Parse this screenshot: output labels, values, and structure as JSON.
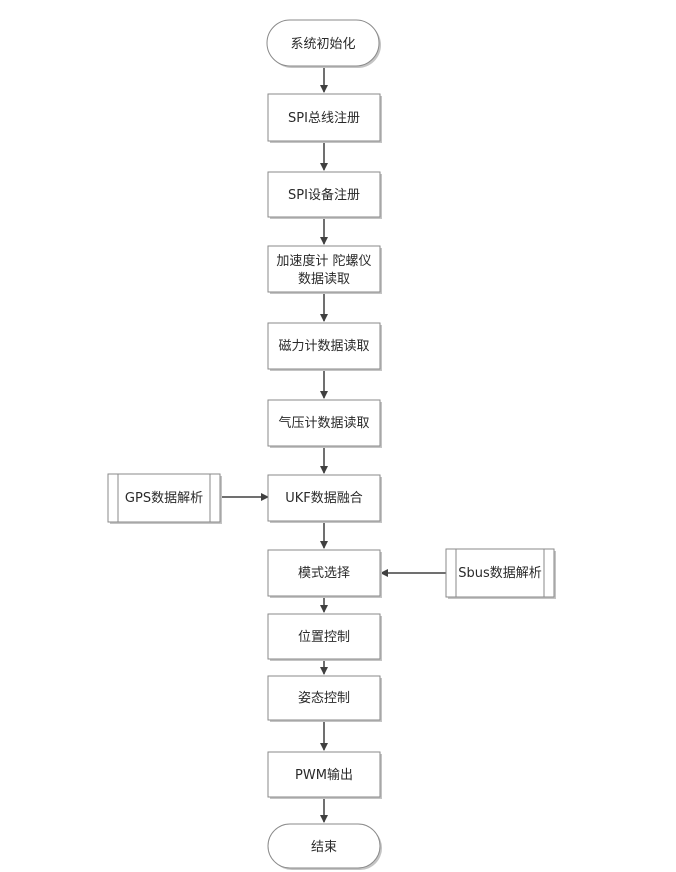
{
  "flowchart": {
    "start": "系统初始化",
    "steps": [
      "SPI总线注册",
      "SPI设备注册",
      [
        "加速度计 陀螺仪",
        "数据读取"
      ],
      "磁力计数据读取",
      "气压计数据读取",
      "UKF数据融合",
      "模式选择",
      "位置控制",
      "姿态控制",
      "PWM输出"
    ],
    "end": "结束",
    "side_inputs": {
      "gps": "GPS数据解析",
      "sbus": "Sbus数据解析"
    }
  },
  "colors": {
    "box_fill": "#ffffff",
    "box_stroke": "#8a8a8a",
    "shadow": "#c4c4c4",
    "arrow": "#404040",
    "text": "#2a2a2a"
  }
}
